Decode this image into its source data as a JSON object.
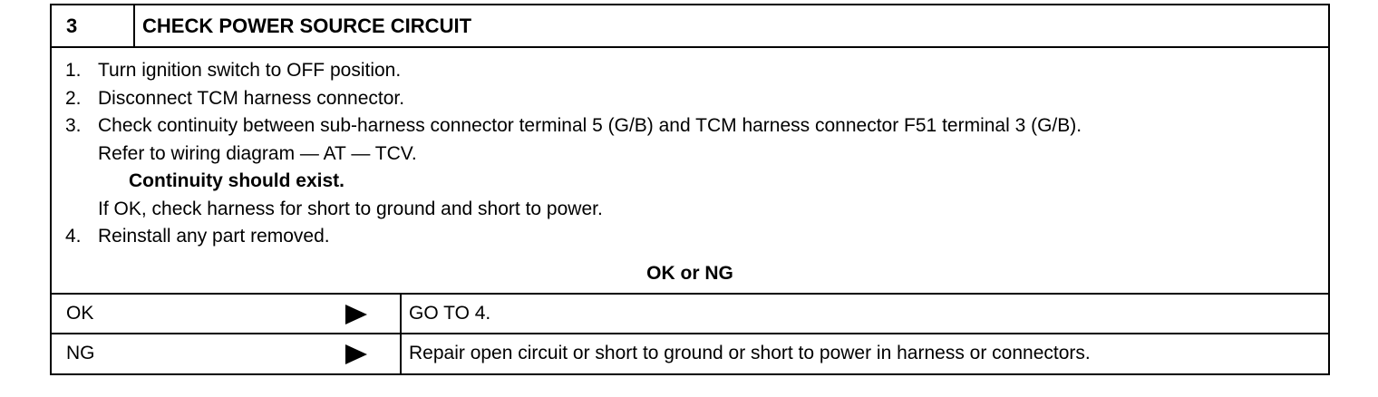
{
  "header": {
    "step_number": "3",
    "title": "CHECK POWER SOURCE CIRCUIT"
  },
  "instructions": {
    "step1_num": "1.",
    "step1": "Turn ignition switch to OFF position.",
    "step2_num": "2.",
    "step2": "Disconnect TCM harness connector.",
    "step3_num": "3.",
    "step3": "Check continuity between sub-harness connector terminal 5 (G/B) and TCM harness connector F51 terminal 3 (G/B).",
    "step3_ref": "Refer to wiring diagram — AT — TCV.",
    "step3_expected": "Continuity should exist.",
    "step3_followup": "If OK, check harness for short to ground and short to power.",
    "step4_num": "4.",
    "step4": "Reinstall any part removed."
  },
  "result_prompt": "OK or NG",
  "results": {
    "ok": {
      "label": "OK",
      "action": "GO TO 4."
    },
    "ng": {
      "label": "NG",
      "action": "Repair open circuit or short to ground or short to power in harness or connectors."
    }
  },
  "icons": {
    "arrow": "right-triangle-arrow-icon"
  }
}
